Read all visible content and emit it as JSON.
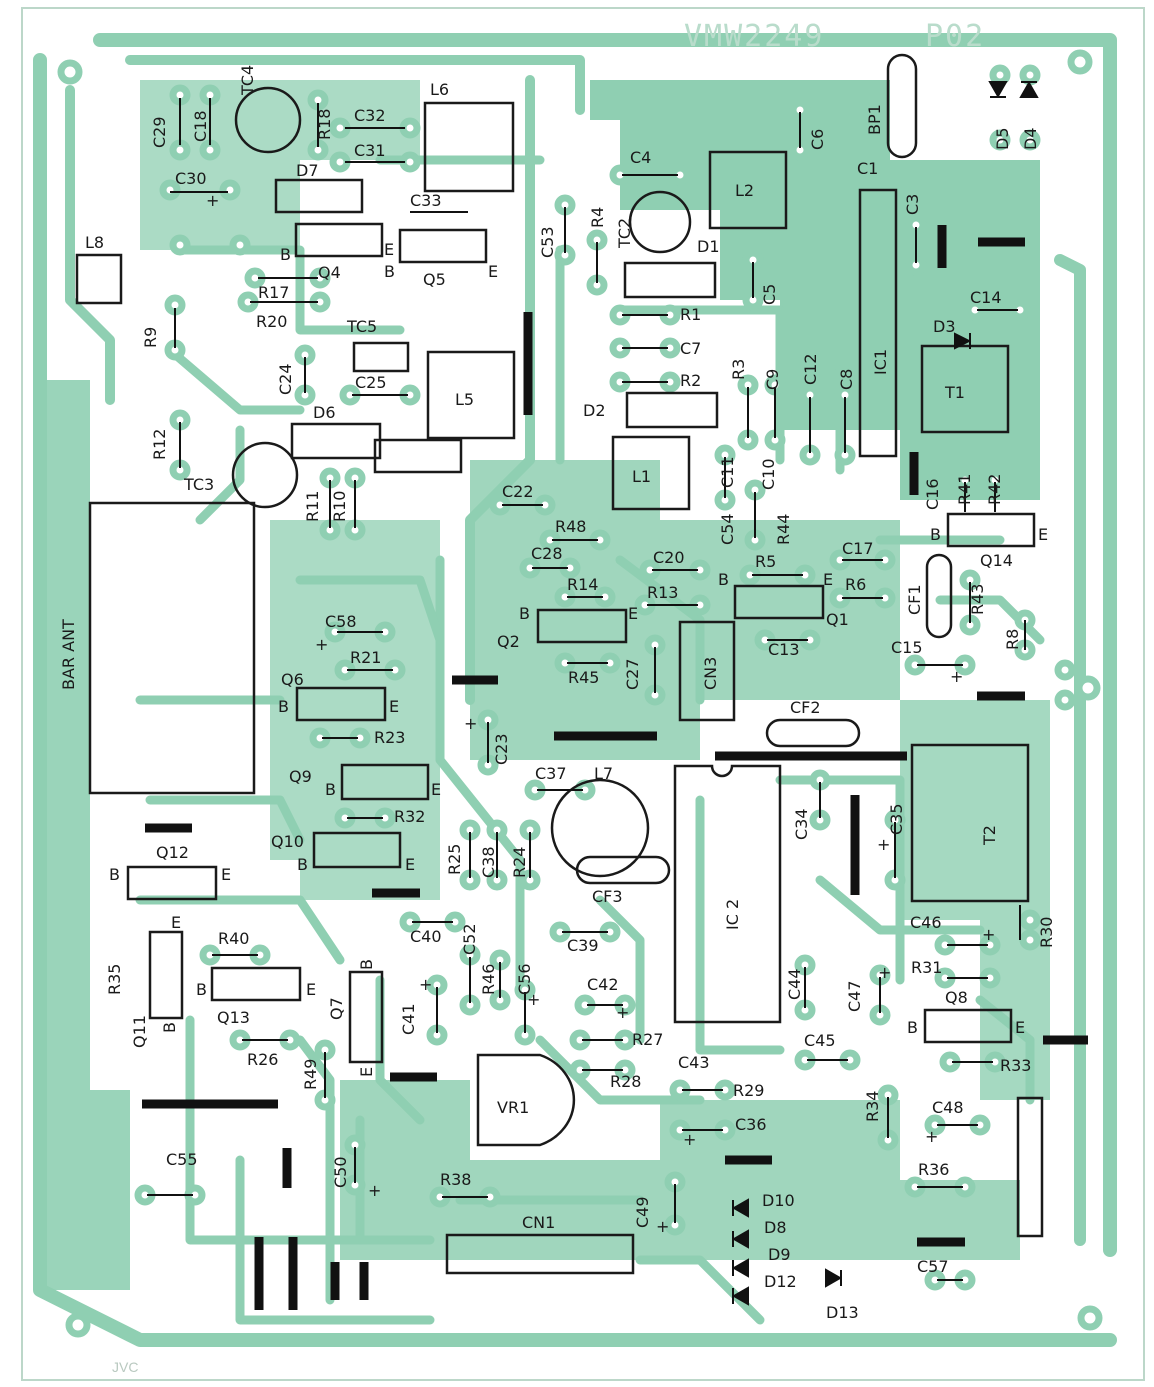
{
  "board": {
    "part_number": "VMW2249",
    "revision": "P02",
    "maker_mark": "JVC",
    "colors": {
      "copper": "#8fcfb2",
      "background": "#ffffff",
      "silkscreen": "#1a1a1a"
    }
  },
  "labels": {
    "C29": "C29",
    "C18": "C18",
    "TC4": "TC4",
    "R18": "R18",
    "C32": "C32",
    "C31": "C31",
    "L6": "L6",
    "C30": "C30",
    "D7": "D7",
    "C33": "C33",
    "Q4": "Q4",
    "Q5": "Q5",
    "R17": "R17",
    "R20": "R20",
    "L8": "L8",
    "R9": "R9",
    "TC5": "TC5",
    "C24": "C24",
    "C25": "C25",
    "L5": "L5",
    "D6": "D6",
    "R12": "R12",
    "TC3": "TC3",
    "R11": "R11",
    "R10": "R10",
    "BAR_ANT": "BAR ANT",
    "C53": "C53",
    "R4": "R4",
    "TC2": "TC2",
    "C4": "C4",
    "D1": "D1",
    "L2": "L2",
    "C5": "C5",
    "R1": "R1",
    "C7": "C7",
    "R2": "R2",
    "D2": "D2",
    "L1": "L1",
    "C11": "C11",
    "C22": "C22",
    "R3": "R3",
    "C9": "C9",
    "C12": "C12",
    "C8": "C8",
    "C10": "C10",
    "C54": "C54",
    "R44": "R44",
    "C6": "C6",
    "BP1": "BP1",
    "D5": "D5",
    "D4": "D4",
    "C1": "C1",
    "C3": "C3",
    "IC1": "IC1",
    "C14": "C14",
    "D3": "D3",
    "T1": "T1",
    "C16": "C16",
    "R41": "R41",
    "R42": "R42",
    "Q14": "Q14",
    "R48": "R48",
    "C28": "C28",
    "C20": "C20",
    "C17": "C17",
    "R5": "R5",
    "R6": "R6",
    "R14": "R14",
    "R13": "R13",
    "Q2": "Q2",
    "Q1": "Q1",
    "CF1": "CF1",
    "R43": "R43",
    "C15": "C15",
    "R8": "R8",
    "C13": "C13",
    "CN3": "CN3",
    "R45": "R45",
    "C27": "C27",
    "C58": "C58",
    "R21": "R21",
    "Q6": "Q6",
    "R23": "R23",
    "C23": "C23",
    "CF2": "CF2",
    "Q9": "Q9",
    "R32": "R32",
    "C37": "C37",
    "L7": "L7",
    "C34": "C34",
    "C35": "C35",
    "T2": "T2",
    "Q10": "Q10",
    "R25": "R25",
    "C38": "C38",
    "R24": "R24",
    "CF3": "CF3",
    "Q12": "Q12",
    "IC2": "IC 2",
    "C40": "C40",
    "C52": "C52",
    "C39": "C39",
    "C46": "C46",
    "R30": "R30",
    "R40": "R40",
    "R35": "R35",
    "Q11": "Q11",
    "Q13": "Q13",
    "Q7": "Q7",
    "C41": "C41",
    "R46": "R46",
    "C56": "C56",
    "C42": "C42",
    "C44": "C44",
    "C47": "C47",
    "R31": "R31",
    "Q8": "Q8",
    "R27": "R27",
    "C45": "C45",
    "R33": "R33",
    "R26": "R26",
    "R49": "R49",
    "VR1": "VR1",
    "C43": "C43",
    "R28": "R28",
    "R29": "R29",
    "R34": "R34",
    "C48": "C48",
    "C36": "C36",
    "C55": "C55",
    "C50": "C50",
    "R38": "R38",
    "R36": "R36",
    "CN1": "CN1",
    "C49": "C49",
    "D10": "D10",
    "D8": "D8",
    "D9": "D9",
    "D12": "D12",
    "D13": "D13",
    "C57": "C57"
  },
  "pin_letters": {
    "base": "B",
    "emitter": "E",
    "polarity": "+"
  }
}
